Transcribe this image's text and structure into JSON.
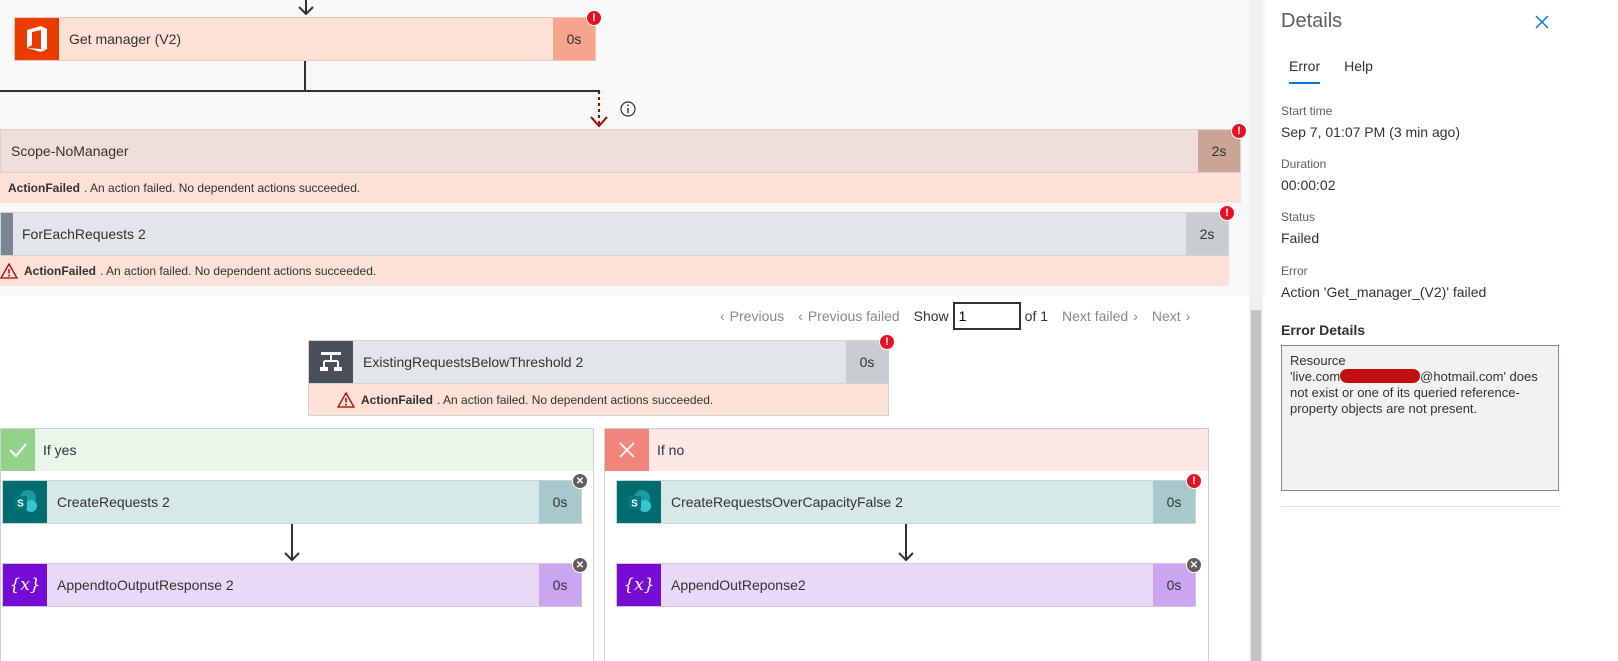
{
  "colors": {
    "error_red": "#e81123",
    "accent": "#0078d4",
    "office_orange": "#eb3c00",
    "sharepoint_teal": "#036c70",
    "variable_purple": "#770bd6",
    "scope_header": "#eedfda",
    "error_banner": "#fde0d6",
    "yes_green": "#92d389",
    "no_red": "#f1857b"
  },
  "canvas": {
    "get_manager": {
      "title": "Get manager (V2)",
      "duration": "0s",
      "icon": "office-icon"
    },
    "info_icon": "info-icon",
    "scope": {
      "title": "Scope-NoManager",
      "duration": "2s",
      "error_bold": "ActionFailed",
      "error_text": "An action failed. No dependent actions succeeded."
    },
    "foreach": {
      "title": "ForEachRequests 2",
      "duration": "2s",
      "error_bold": "ActionFailed",
      "error_text": "An action failed. No dependent actions succeeded."
    },
    "pager": {
      "previous": "Previous",
      "previous_failed": "Previous failed",
      "show": "Show",
      "page_value": "1",
      "of": "of 1",
      "next_failed": "Next failed",
      "next": "Next"
    },
    "condition": {
      "title": "ExistingRequestsBelowThreshold 2",
      "duration": "0s",
      "error_bold": "ActionFailed",
      "error_text": "An action failed. No dependent actions succeeded."
    },
    "yes_branch": {
      "label": "If yes",
      "actions": [
        {
          "title": "CreateRequests 2",
          "duration": "0s",
          "icon": "sharepoint-icon"
        },
        {
          "title": "AppendtoOutputResponse 2",
          "duration": "0s",
          "icon": "variable-icon"
        }
      ]
    },
    "no_branch": {
      "label": "If no",
      "actions": [
        {
          "title": "CreateRequestsOverCapacityFalse 2",
          "duration": "0s",
          "icon": "sharepoint-icon"
        },
        {
          "title": "AppendOutReponse2",
          "duration": "0s",
          "icon": "variable-icon"
        }
      ]
    }
  },
  "details": {
    "title": "Details",
    "tabs": [
      "Error",
      "Help"
    ],
    "active_tab": "Error",
    "start_time_label": "Start time",
    "start_time_value": "Sep 7, 01:07 PM (3 min ago)",
    "duration_label": "Duration",
    "duration_value": "00:00:02",
    "status_label": "Status",
    "status_value": "Failed",
    "error_label": "Error",
    "error_value": "Action 'Get_manager_(V2)' failed",
    "error_details_label": "Error Details",
    "error_details_prefix": "Resource",
    "error_details_account_start": "'live.com",
    "error_details_account_end": "@hotmail.com' does not exist or one of its queried reference-property objects are not present."
  }
}
